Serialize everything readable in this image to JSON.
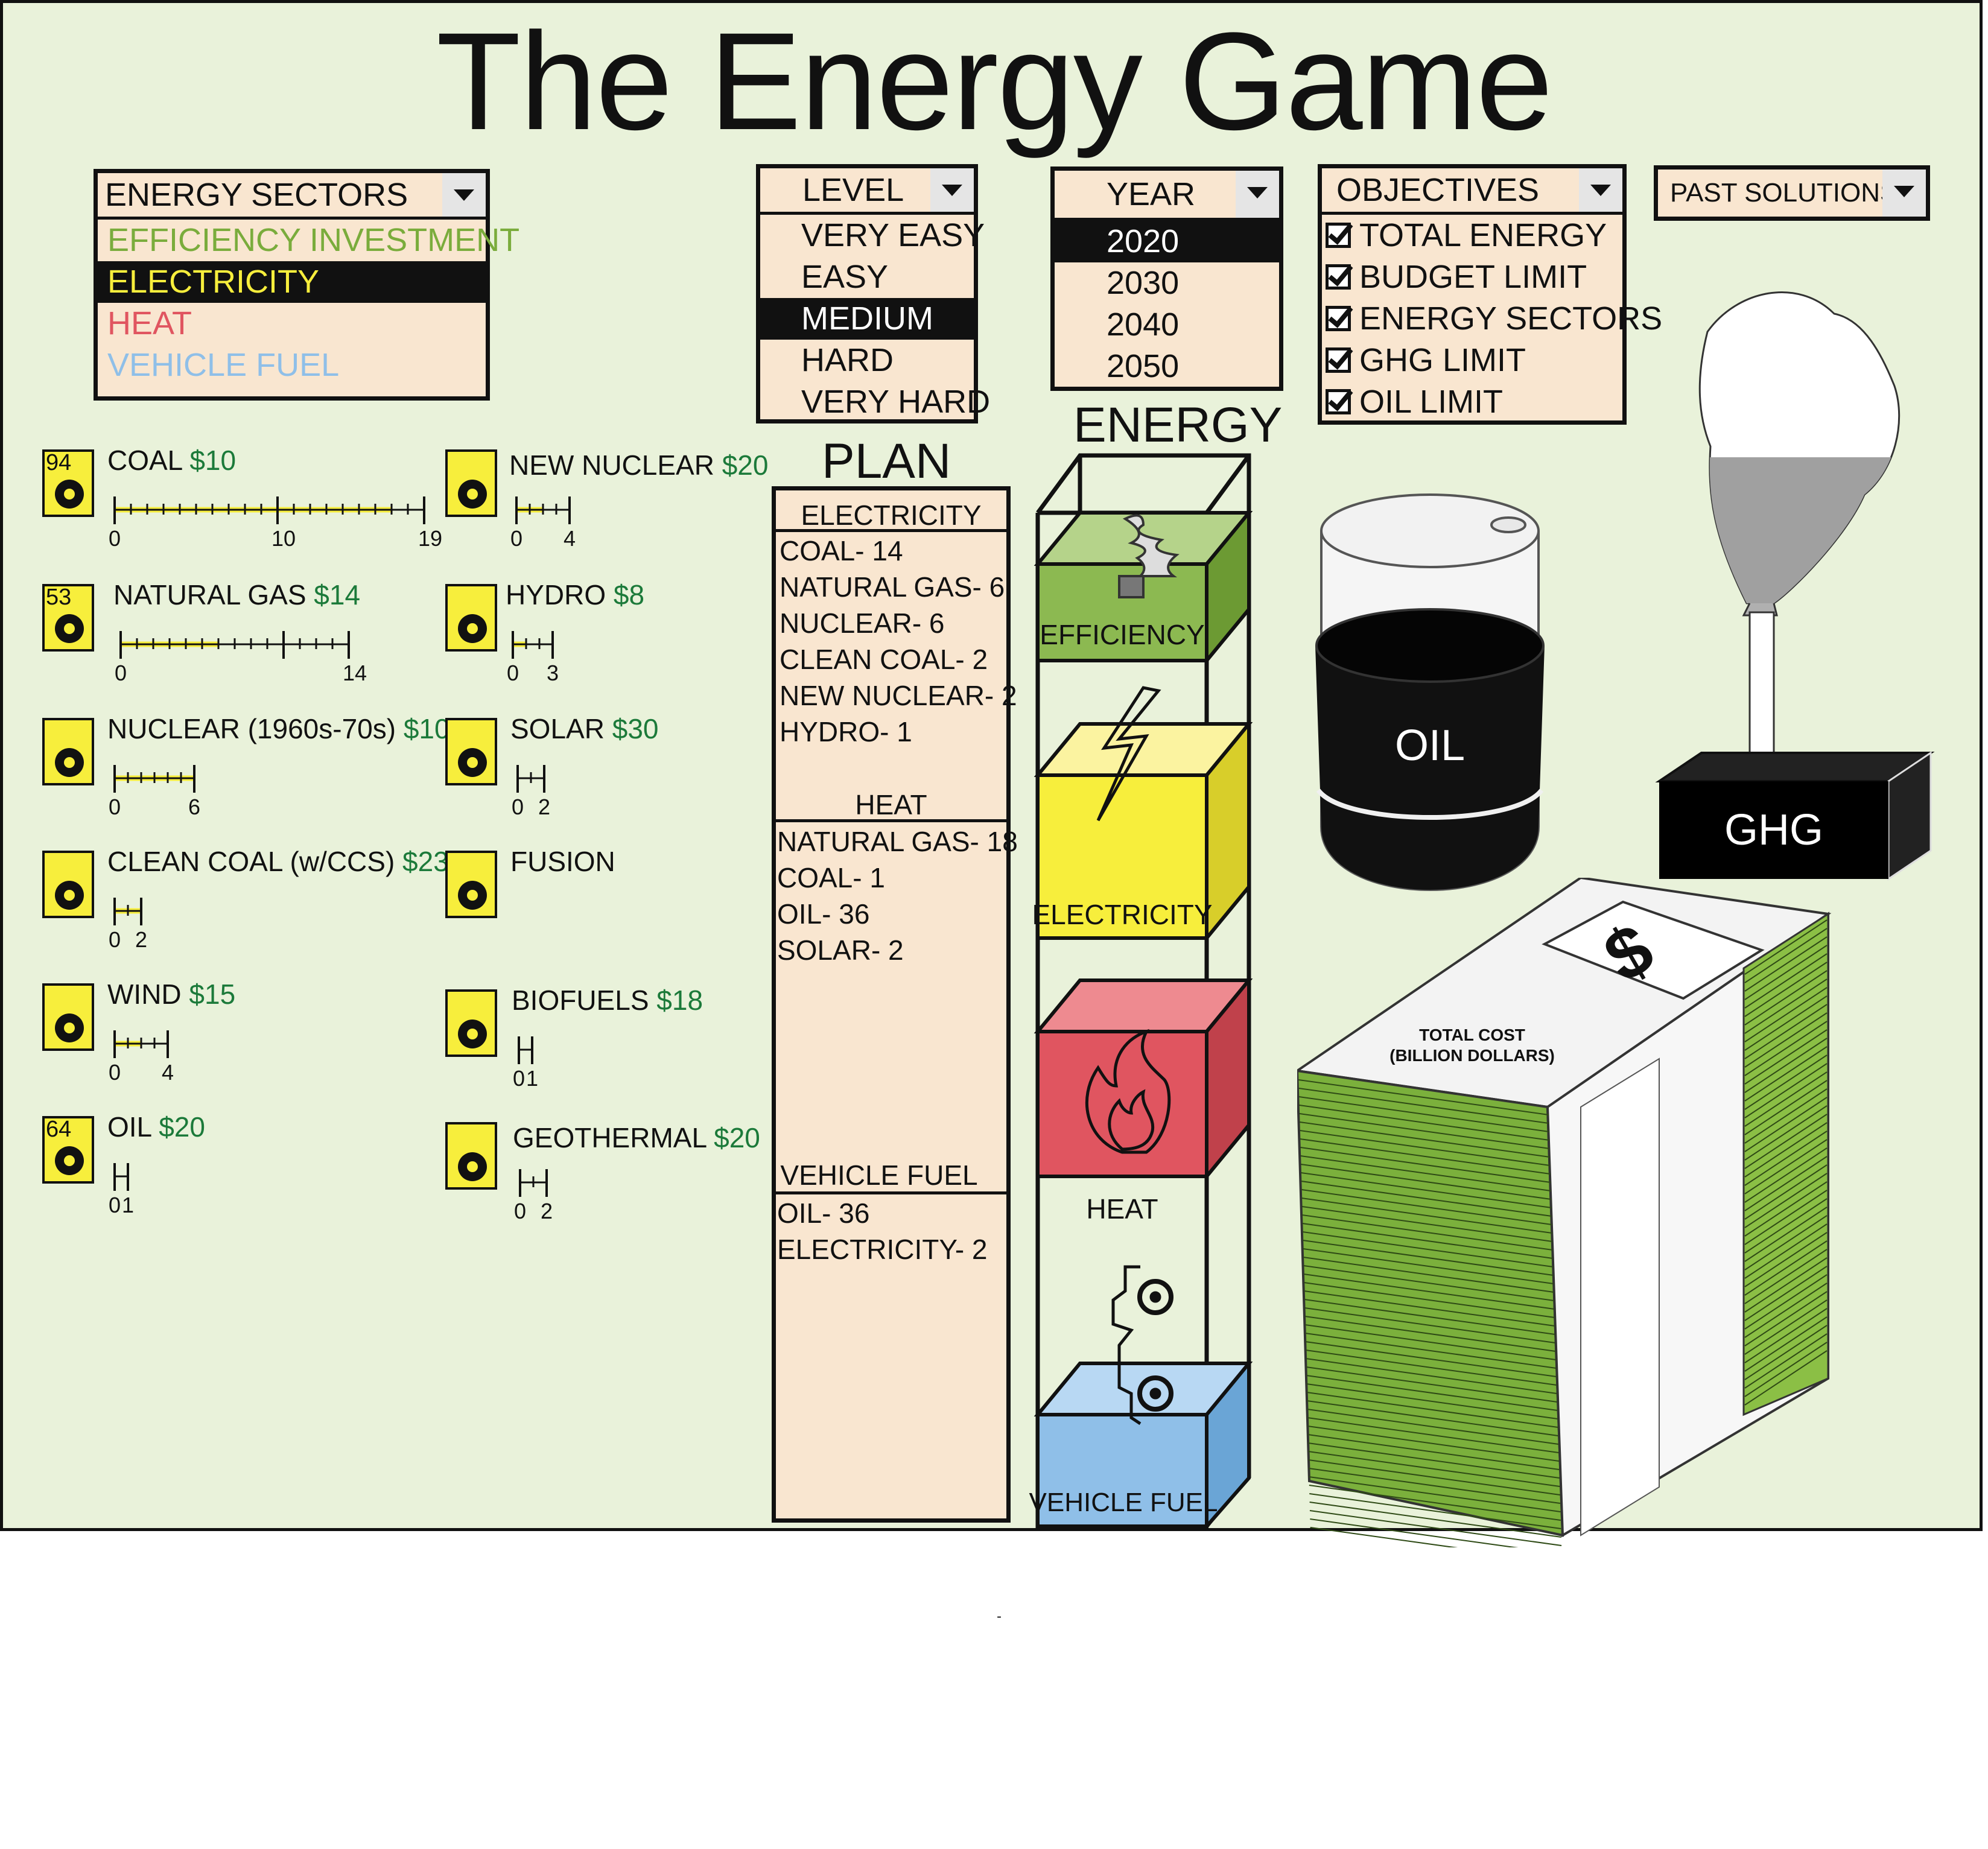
{
  "title": "The Energy Game",
  "colors": {
    "panel_bg": "#e9f2da",
    "dropdown_bg": "#f9e6d0",
    "efficiency": "#7aac3c",
    "electricity": "#f7ee3c",
    "heat": "#e05560",
    "vehicle_fuel": "#8fbfe8",
    "cost_green": "#1c7a3a",
    "slider_yellow": "#f7ee3c"
  },
  "sectors": {
    "header": "ENERGY SECTORS",
    "options": [
      "EFFICIENCY INVESTMENT",
      "ELECTRICITY",
      "HEAT",
      "VEHICLE FUEL"
    ],
    "selected": "ELECTRICITY"
  },
  "level": {
    "header": "LEVEL",
    "options": [
      "VERY EASY",
      "EASY",
      "MEDIUM",
      "HARD",
      "VERY HARD"
    ],
    "selected": "MEDIUM"
  },
  "year": {
    "header": "YEAR",
    "options": [
      "2020",
      "2030",
      "2040",
      "2050"
    ],
    "selected": "2020"
  },
  "objectives": {
    "header": "OBJECTIVES",
    "items": [
      "TOTAL ENERGY",
      "BUDGET LIMIT",
      "ENERGY SECTORS",
      "GHG LIMIT",
      "OIL LIMIT"
    ],
    "checked": [
      true,
      true,
      true,
      true,
      true
    ]
  },
  "past_solutions": {
    "header": "PAST SOLUTIONS"
  },
  "resources": [
    {
      "name": "COAL",
      "cost": "$10",
      "count": "94",
      "max": 19,
      "value": 17,
      "ticks": [
        "0",
        "10",
        "19"
      ],
      "icon": "coal-icon"
    },
    {
      "name": "NATURAL GAS",
      "cost": "$14",
      "count": "53",
      "max": 14,
      "value": 6,
      "ticks": [
        "0",
        "14"
      ],
      "icon": "gas-rig-icon"
    },
    {
      "name": "NUCLEAR (1960s-70s)",
      "cost": "$10",
      "count": "",
      "max": 6,
      "value": 6,
      "ticks": [
        "0",
        "6"
      ],
      "icon": "radiation-icon"
    },
    {
      "name": "CLEAN COAL (w/CCS)",
      "cost": "$23",
      "count": "",
      "max": 2,
      "value": 2,
      "ticks": [
        "0",
        "2"
      ],
      "icon": "clean-coal-icon"
    },
    {
      "name": "WIND",
      "cost": "$15",
      "count": "",
      "max": 4,
      "value": 2,
      "ticks": [
        "0",
        "4"
      ],
      "icon": "wind-turbine-icon"
    },
    {
      "name": "OIL",
      "cost": "$20",
      "count": "64",
      "max": 1,
      "value": 0,
      "ticks": [
        "0",
        "1"
      ],
      "icon": "gas-pump-icon"
    },
    {
      "name": "NEW NUCLEAR",
      "cost": "$20",
      "count": "",
      "max": 4,
      "value": 2,
      "ticks": [
        "0",
        "4"
      ],
      "icon": "cooling-tower-icon"
    },
    {
      "name": "HYDRO",
      "cost": "$8",
      "count": "",
      "max": 3,
      "value": 1,
      "ticks": [
        "0",
        "3"
      ],
      "icon": "water-drop-icon"
    },
    {
      "name": "SOLAR",
      "cost": "$30",
      "count": "",
      "max": 2,
      "value": 0,
      "ticks": [
        "0",
        "2"
      ],
      "icon": "solar-panel-icon"
    },
    {
      "name": "FUSION",
      "cost": "",
      "count": "",
      "max": 0,
      "value": 0,
      "ticks": [],
      "icon": "fusion-icon"
    },
    {
      "name": "BIOFUELS",
      "cost": "$18",
      "count": "",
      "max": 1,
      "value": 0,
      "ticks": [
        "0",
        "1"
      ],
      "icon": "corn-icon"
    },
    {
      "name": "GEOTHERMAL",
      "cost": "$20",
      "count": "",
      "max": 2,
      "value": 0,
      "ticks": [
        "0",
        "2"
      ],
      "icon": "geothermal-house-icon"
    }
  ],
  "plan": {
    "title": "PLAN",
    "sections": [
      {
        "name": "ELECTRICITY",
        "items": [
          "COAL- 14",
          "NATURAL GAS- 6",
          "NUCLEAR- 6",
          "CLEAN COAL- 2",
          "NEW NUCLEAR- 2",
          "HYDRO- 1"
        ]
      },
      {
        "name": "HEAT",
        "items": [
          "NATURAL GAS- 18",
          "COAL- 1",
          "OIL- 36",
          "SOLAR- 2"
        ]
      },
      {
        "name": "VEHICLE FUEL",
        "items": [
          "OIL- 36",
          "ELECTRICITY- 2"
        ]
      }
    ]
  },
  "energy": {
    "title": "ENERGY",
    "labels": {
      "efficiency": "EFFICIENCY",
      "electricity": "ELECTRICITY",
      "heat": "HEAT",
      "vehicle_fuel": "VEHICLE FUEL"
    }
  },
  "oil_label": "OIL",
  "ghg_label": "GHG",
  "ghg_fill_fraction": 0.3,
  "cost_label_1": "TOTAL COST",
  "cost_label_2": "(BILLION DOLLARS)",
  "footer_mark": "-"
}
